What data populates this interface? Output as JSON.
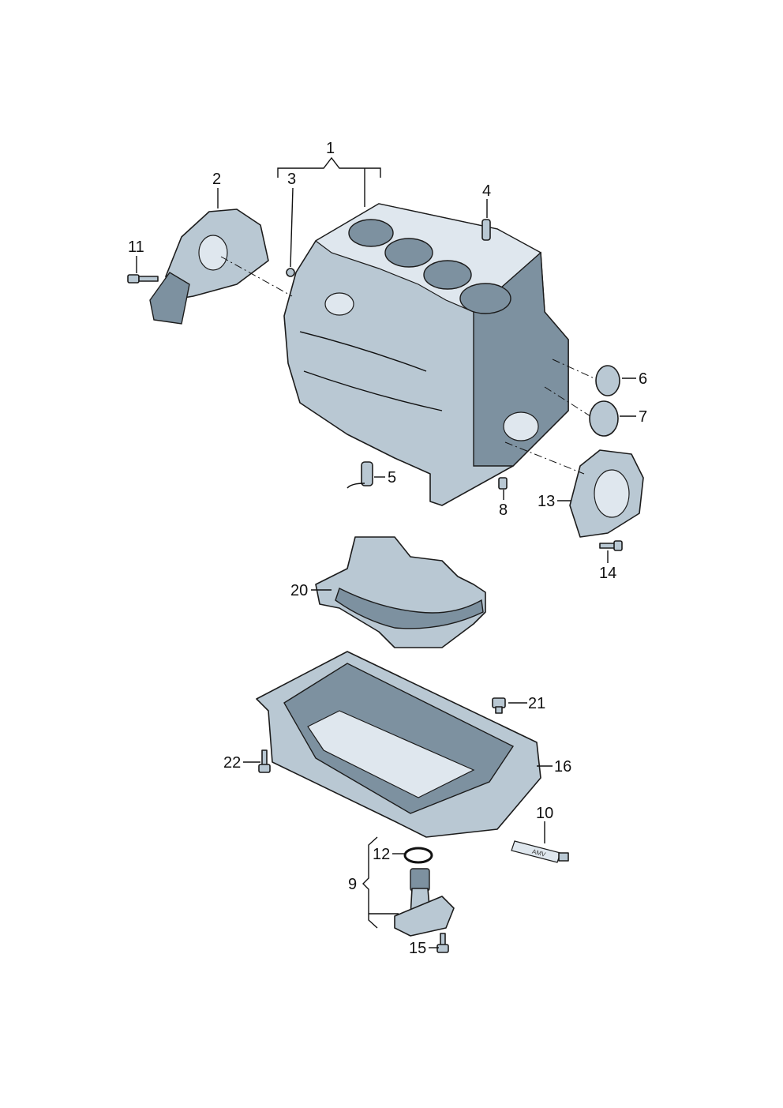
{
  "diagram": {
    "type": "exploded-parts-diagram",
    "callouts": [
      "1",
      "2",
      "3",
      "4",
      "5",
      "6",
      "7",
      "8",
      "9",
      "10",
      "11",
      "12",
      "13",
      "14",
      "15",
      "16",
      "20",
      "21",
      "22"
    ],
    "tube_marking": "AMV",
    "colors": {
      "part_fill": "#b9c8d3",
      "shade": "#7d91a0",
      "line": "#1c1c1c"
    }
  }
}
